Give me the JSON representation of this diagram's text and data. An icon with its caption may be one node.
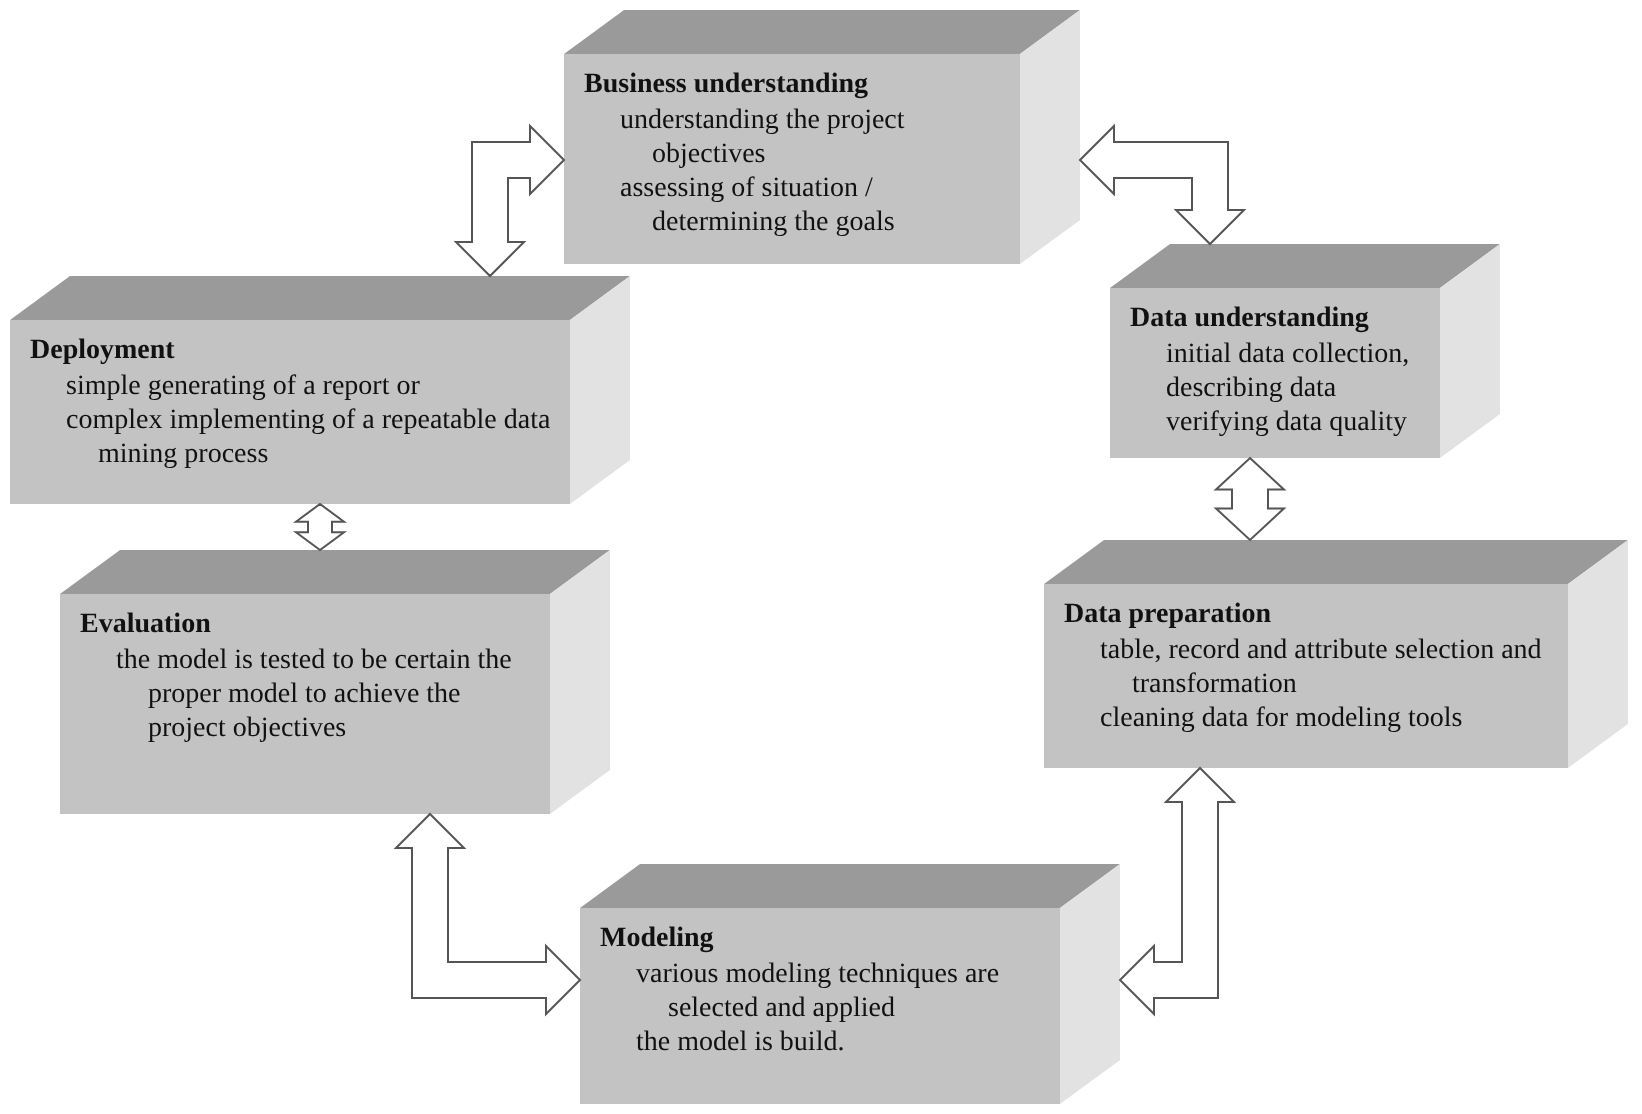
{
  "diagram": {
    "nodes": [
      {
        "text": [
          "Business understanding",
          "understanding the project objectives",
          "assessing of situation / determining the goals"
        ]
      },
      {
        "text": [
          "Data understanding",
          "initial data collection,",
          "describing data",
          "verifying data quality"
        ]
      },
      {
        "text": [
          "Data preparation",
          "table, record and attribute selection and transformation",
          "cleaning data for modeling tools"
        ]
      },
      {
        "text": [
          "Modeling",
          "various modeling techniques are selected and applied",
          "the model is build."
        ]
      },
      {
        "text": [
          "Evaluation",
          "the model is tested to be certain the proper model to achieve the project objectives"
        ]
      },
      {
        "text": [
          "Deployment",
          "simple generating of a report or",
          "complex implementing of a repeatable data mining process"
        ]
      }
    ],
    "edges": [
      {
        "from": 0,
        "to": 5,
        "arrow": "both"
      },
      {
        "from": 0,
        "to": 1,
        "arrow": "both"
      },
      {
        "from": 1,
        "to": 2,
        "arrow": "both"
      },
      {
        "from": 2,
        "to": 3,
        "arrow": "both"
      },
      {
        "from": 3,
        "to": 4,
        "arrow": "both"
      },
      {
        "from": 4,
        "to": 5,
        "arrow": "both"
      }
    ]
  }
}
